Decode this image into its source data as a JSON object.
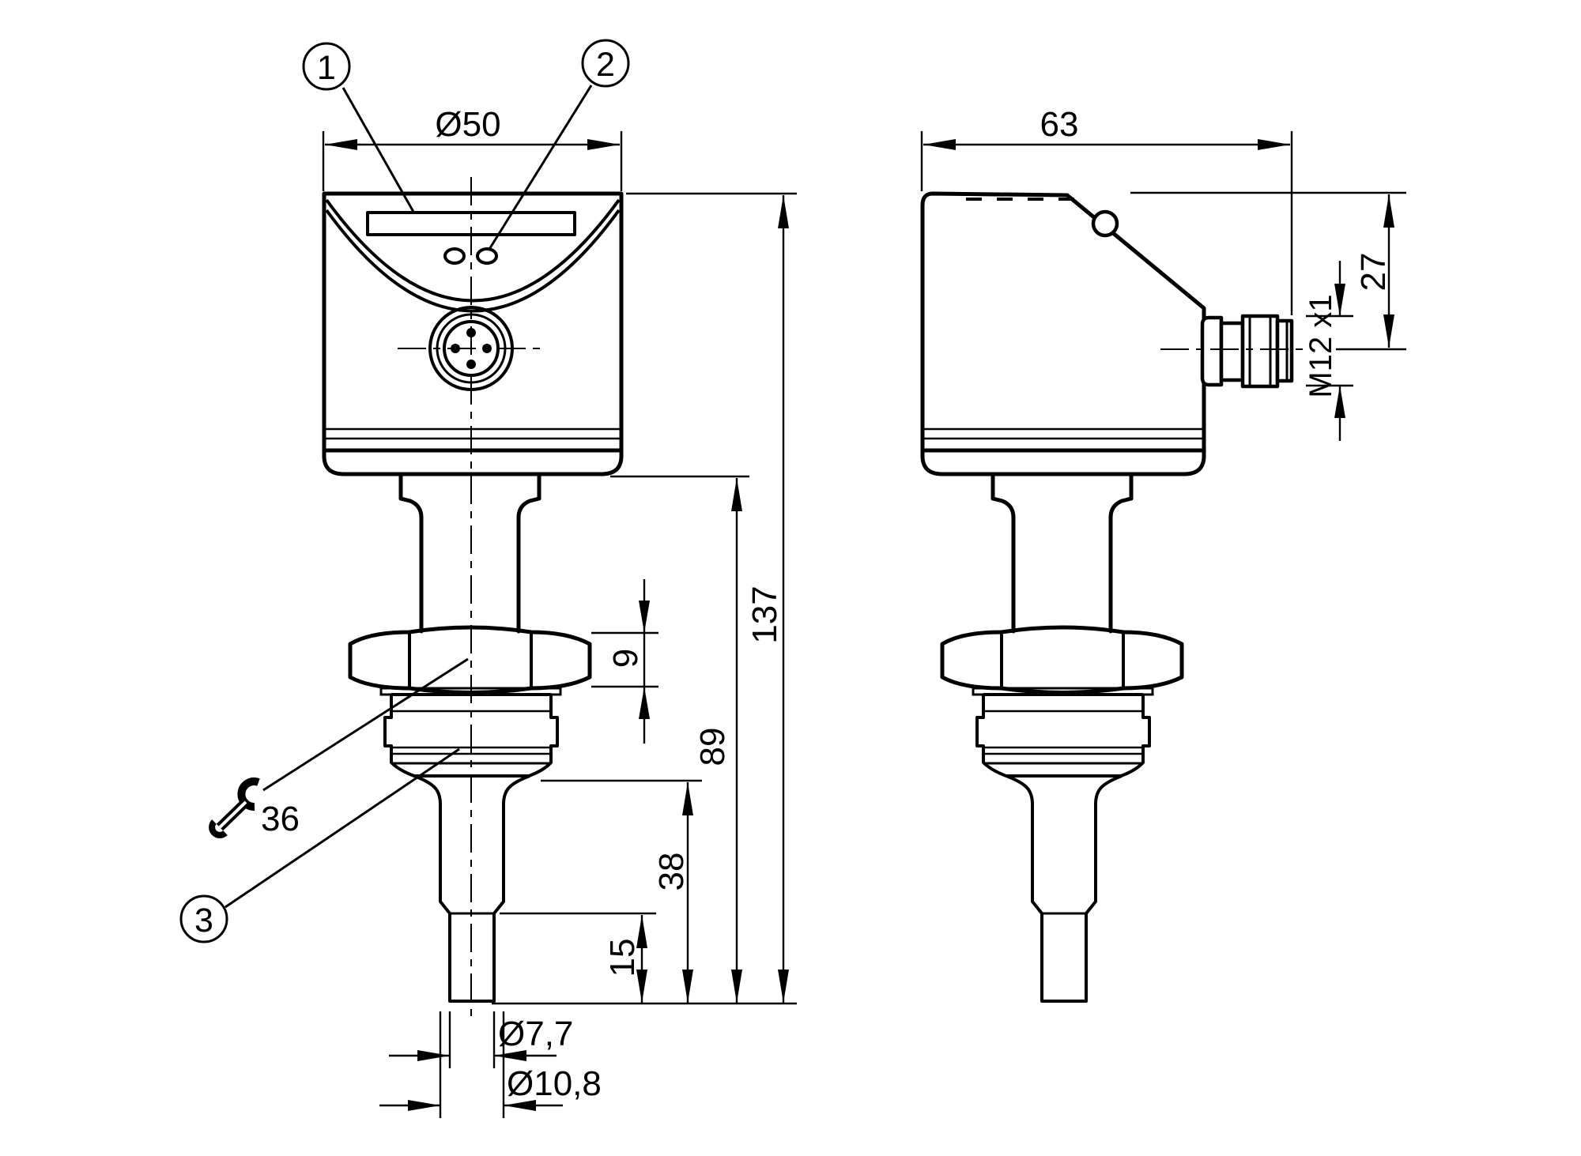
{
  "drawing": {
    "type": "technical-dimension-drawing",
    "views": {
      "front": "front view",
      "side": "side view"
    },
    "colors": {
      "line": "#000000",
      "background": "#ffffff"
    },
    "callouts": {
      "c1": "1",
      "c2": "2",
      "c3": "3"
    },
    "dims": {
      "housing_diameter": "Ø50",
      "depth": "63",
      "connector_axis_offset": "27",
      "connector_thread": "M12 x1",
      "total_length": "137",
      "insertion_length": "89",
      "probe_length": "38",
      "tip_length": "15",
      "nut_height": "9",
      "tip_diameter": "Ø7,7",
      "probe_diameter": "Ø10,8",
      "wrench_size": "36"
    },
    "icons": {
      "wrench": "open-end-wrench"
    }
  }
}
